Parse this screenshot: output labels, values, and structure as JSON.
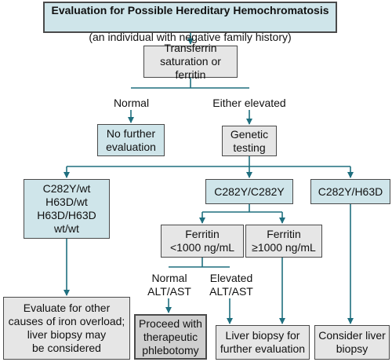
{
  "title": {
    "heading": "Evaluation for Possible Hereditary Hemochromatosis",
    "subheading": "(an individual with negative family history)"
  },
  "nodes": {
    "transferrin": "Transferrin\nsaturation or ferritin",
    "no_further": "No further\nevaluation",
    "genetic": "Genetic\ntesting",
    "het": "C282Y/wt\nH63D/wt\nH63D/H63D\nwt/wt",
    "homo": "C282Y/C282Y",
    "compound": "C282Y/H63D",
    "ferritin_low": "Ferritin\n<1000 ng/mL",
    "ferritin_high": "Ferritin\n≥1000 ng/mL",
    "evaluate_other": "Evaluate for other\ncauses of iron overload;\nliver biopsy may\nbe considered",
    "phlebotomy": "Proceed with\ntherapeutic\nphlebotomy",
    "liver_biopsy": "Liver biopsy for\nfurther evaluation",
    "consider_biopsy": "Consider liver\nbiopsy"
  },
  "labels": {
    "normal": "Normal",
    "either_elevated": "Either elevated",
    "normal_alt": "Normal\nALT/AST",
    "elevated_alt": "Elevated\nALT/AST"
  },
  "colors": {
    "arrow": "#1f6f7f",
    "blue_box": "#cfe5ea",
    "gray_box": "#e6e6e6"
  }
}
